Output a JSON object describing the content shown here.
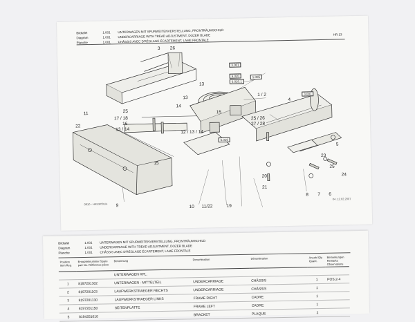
{
  "header": {
    "labels": [
      "Bildtafel",
      "Diagram",
      "Planche"
    ],
    "numbers": [
      "1.001",
      "1.001",
      "1.001"
    ],
    "titles": [
      "UNTERWAGEN MIT SPURWEITENVERSTELLUNG, FRONTRÄUMSCHILD",
      "UNDERCARRIAGE WITH TREAD ADJUSTMENT, DOZER BLADE",
      "CHÂSSIS AVEC D'RÉGLAGE ÉCARTEMENT, LAME FRONTALE"
    ],
    "ref": "HR 13"
  },
  "footer": {
    "left": "0810 - HR13/001/4",
    "right": "04 .12.02.2007"
  },
  "callouts": [
    {
      "id": "c3",
      "text": "3"
    },
    {
      "id": "c26",
      "text": "26"
    },
    {
      "id": "c3001a",
      "text": "3.001",
      "box": true
    },
    {
      "id": "c6020",
      "text": "6.020",
      "box": true
    },
    {
      "id": "c6020b",
      "text": "6.020.1",
      "box": true
    },
    {
      "id": "c1005",
      "text": "1.005",
      "box": true
    },
    {
      "id": "c13a",
      "text": "13"
    },
    {
      "id": "c12",
      "text": "1 / 2"
    },
    {
      "id": "c13b",
      "text": "13"
    },
    {
      "id": "c3001b",
      "text": "3.001",
      "box": true
    },
    {
      "id": "c4",
      "text": "4"
    },
    {
      "id": "c25a",
      "text": "25"
    },
    {
      "id": "c14",
      "text": "14"
    },
    {
      "id": "c11",
      "text": "11"
    },
    {
      "id": "c1718",
      "text": "17 / 18"
    },
    {
      "id": "c15a",
      "text": "15"
    },
    {
      "id": "c22",
      "text": "22"
    },
    {
      "id": "c16",
      "text": "16"
    },
    {
      "id": "c1314",
      "text": "13 / 14"
    },
    {
      "id": "c2526",
      "text": "25 / 26"
    },
    {
      "id": "c2728",
      "text": "27 / 28"
    },
    {
      "id": "c121314",
      "text": "12 / 13 / 14"
    },
    {
      "id": "c6019",
      "text": "6.019",
      "box": true
    },
    {
      "id": "c5",
      "text": "5"
    },
    {
      "id": "c15b",
      "text": "15"
    },
    {
      "id": "c23",
      "text": "23"
    },
    {
      "id": "c25b",
      "text": "25"
    },
    {
      "id": "c20",
      "text": "20"
    },
    {
      "id": "c24",
      "text": "24"
    },
    {
      "id": "c21",
      "text": "21"
    },
    {
      "id": "c8",
      "text": "8"
    },
    {
      "id": "c7",
      "text": "7"
    },
    {
      "id": "c6",
      "text": "6"
    },
    {
      "id": "c9",
      "text": "9"
    },
    {
      "id": "c10",
      "text": "10"
    },
    {
      "id": "c1122",
      "text": "11/22"
    },
    {
      "id": "c19",
      "text": "19"
    }
  ],
  "page2": {
    "labels": [
      "Bildtafel",
      "Diagram",
      "Planche"
    ],
    "numbers": [
      "1.001",
      "1.001",
      "1.001"
    ],
    "titles": [
      "UNTERWAGEN MIT SPURWEITENVERSTELLUNG, FRONTRÄUMSCHILD",
      "UNDERCARRIAGE WITH TREAD ADJUSTMENT, DOZER BLADE",
      "CHÂSSIS AVEC D'RÉGLAGE ÉCARTEMENT, LAME FRONTALE"
    ],
    "columns": [
      "Position Item Rep.",
      "Ersatzteilnummer Spare part No. Référence pièce",
      "Benennung",
      "Denomination",
      "Dénomination",
      "Anzahl Qty Quant.",
      "Bemerkungen Remarks Observations"
    ],
    "rows": [
      [
        "",
        "",
        "UNTERWAGEN KPL.",
        "",
        "",
        "",
        ""
      ],
      [
        "1",
        "8197201302",
        "UNTERWAGEN - MITTELTEIL",
        "UNDERCARRIAGE",
        "CHÂSSIS",
        "1",
        "POS.2-4"
      ],
      [
        "2",
        "8197201103",
        "LAUFWERKSTRAEGER RECHTS",
        "UNDERCARRIAGE",
        "CHÂSSIS",
        "1",
        ""
      ],
      [
        "3",
        "8197201130",
        "LAUFWERKSTRAEGER LINKS",
        "FRAME RIGHT",
        "CADRE",
        "1",
        ""
      ],
      [
        "4",
        "8197201150",
        "SEITENPLATTE",
        "FRAME LEFT",
        "CADRE",
        "1",
        ""
      ],
      [
        "5",
        "8194251010",
        "",
        "BRACKET",
        "PLAQUE",
        "2",
        ""
      ]
    ]
  }
}
